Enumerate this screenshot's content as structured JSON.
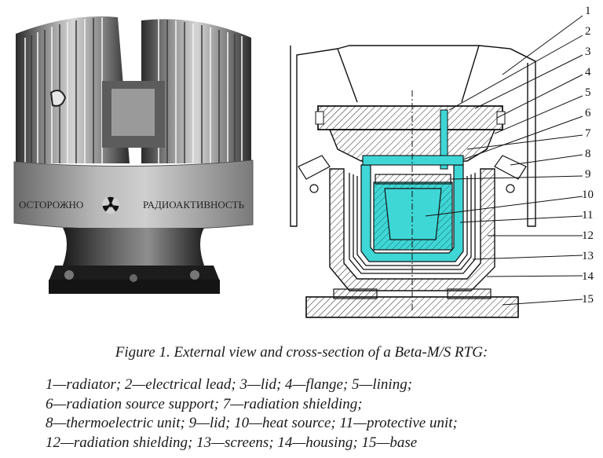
{
  "photo": {
    "label_left": "ОСТОРОЖНО",
    "label_right": "РАДИОАКТИВНОСТЬ",
    "hazard_symbol": "radiation-trefoil-icon"
  },
  "diagram": {
    "callouts": [
      "1",
      "2",
      "3",
      "4",
      "5",
      "6",
      "7",
      "8",
      "9",
      "10",
      "11",
      "12",
      "13",
      "14",
      "15"
    ],
    "colors": {
      "heat_source": "#3fd6d6",
      "line": "#111111"
    }
  },
  "caption": "Figure 1. External view and cross-section of a Beta-M/S RTG:",
  "legend": [
    "1—radiator; 2—electrical lead; 3—lid; 4—flange; 5—lining;",
    "6—radiation source support; 7—radiation shielding;",
    "8—thermoelectric unit; 9—lid; 10—heat source; 11—protective unit;",
    "12—radiation shielding; 13—screens; 14—housing; 15—base"
  ]
}
